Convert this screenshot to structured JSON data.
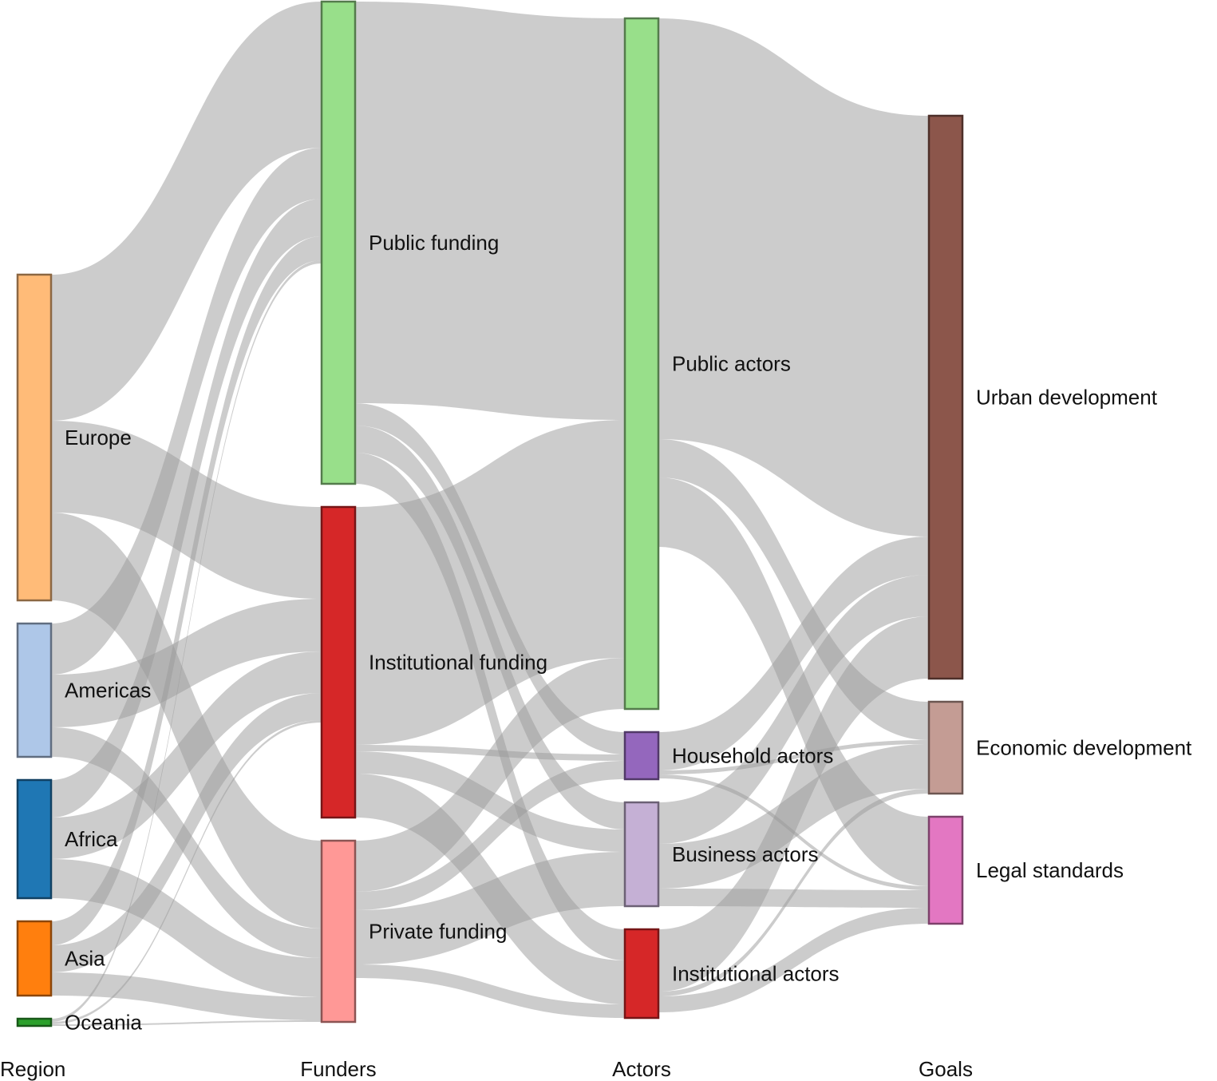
{
  "title": "Sankey diagram: Region → Funders → Actors → Goals",
  "columns": [
    {
      "id": "region",
      "label": "Region"
    },
    {
      "id": "funders",
      "label": "Funders"
    },
    {
      "id": "actors",
      "label": "Actors"
    },
    {
      "id": "goals",
      "label": "Goals"
    }
  ],
  "nodes": [
    {
      "id": "europe",
      "label": "Europe",
      "column": 0,
      "color": "#ffbb78"
    },
    {
      "id": "americas",
      "label": "Americas",
      "column": 0,
      "color": "#aec7e8"
    },
    {
      "id": "africa",
      "label": "Africa",
      "column": 0,
      "color": "#1f77b4"
    },
    {
      "id": "asia",
      "label": "Asia",
      "column": 0,
      "color": "#ff7f0e"
    },
    {
      "id": "oceania",
      "label": "Oceania",
      "column": 0,
      "color": "#2ca02c"
    },
    {
      "id": "public_funding",
      "label": "Public funding",
      "column": 1,
      "color": "#98df8a"
    },
    {
      "id": "institutional_funding",
      "label": "Institutional funding",
      "column": 1,
      "color": "#d62728"
    },
    {
      "id": "private_funding",
      "label": "Private funding",
      "column": 1,
      "color": "#ff9896"
    },
    {
      "id": "public_actors",
      "label": "Public actors",
      "column": 2,
      "color": "#98df8a"
    },
    {
      "id": "household_actors",
      "label": "Household actors",
      "column": 2,
      "color": "#9467bd"
    },
    {
      "id": "business_actors",
      "label": "Business actors",
      "column": 2,
      "color": "#c5b0d5"
    },
    {
      "id": "institutional_actors",
      "label": "Institutional actors",
      "column": 2,
      "color": "#d62728"
    },
    {
      "id": "urban_development",
      "label": "Urban development",
      "column": 3,
      "color": "#8c564b"
    },
    {
      "id": "economic_development",
      "label": "Economic development",
      "column": 3,
      "color": "#c49c94"
    },
    {
      "id": "legal_standards",
      "label": "Legal standards",
      "column": 3,
      "color": "#e377c2"
    }
  ],
  "links": [
    {
      "source": "europe",
      "target": "public_funding",
      "value": 183
    },
    {
      "source": "europe",
      "target": "institutional_funding",
      "value": 115
    },
    {
      "source": "europe",
      "target": "private_funding",
      "value": 110
    },
    {
      "source": "americas",
      "target": "public_funding",
      "value": 64
    },
    {
      "source": "americas",
      "target": "institutional_funding",
      "value": 66
    },
    {
      "source": "americas",
      "target": "private_funding",
      "value": 37
    },
    {
      "source": "africa",
      "target": "public_funding",
      "value": 47
    },
    {
      "source": "africa",
      "target": "institutional_funding",
      "value": 52
    },
    {
      "source": "africa",
      "target": "private_funding",
      "value": 49
    },
    {
      "source": "asia",
      "target": "public_funding",
      "value": 30
    },
    {
      "source": "asia",
      "target": "institutional_funding",
      "value": 34
    },
    {
      "source": "asia",
      "target": "private_funding",
      "value": 29
    },
    {
      "source": "oceania",
      "target": "public_funding",
      "value": 4
    },
    {
      "source": "oceania",
      "target": "institutional_funding",
      "value": 3
    },
    {
      "source": "oceania",
      "target": "private_funding",
      "value": 2
    },
    {
      "source": "public_funding",
      "target": "public_actors",
      "value": 503
    },
    {
      "source": "public_funding",
      "target": "household_actors",
      "value": 28
    },
    {
      "source": "public_funding",
      "target": "business_actors",
      "value": 34
    },
    {
      "source": "public_funding",
      "target": "institutional_actors",
      "value": 39
    },
    {
      "source": "institutional_funding",
      "target": "public_actors",
      "value": 298
    },
    {
      "source": "institutional_funding",
      "target": "household_actors",
      "value": 8
    },
    {
      "source": "institutional_funding",
      "target": "business_actors",
      "value": 28
    },
    {
      "source": "institutional_funding",
      "target": "institutional_actors",
      "value": 55
    },
    {
      "source": "private_funding",
      "target": "public_actors",
      "value": 64
    },
    {
      "source": "private_funding",
      "target": "household_actors",
      "value": 23
    },
    {
      "source": "private_funding",
      "target": "business_actors",
      "value": 68
    },
    {
      "source": "private_funding",
      "target": "institutional_actors",
      "value": 17
    },
    {
      "source": "public_actors",
      "target": "urban_development",
      "value": 527
    },
    {
      "source": "public_actors",
      "target": "economic_development",
      "value": 48
    },
    {
      "source": "public_actors",
      "target": "legal_standards",
      "value": 87
    },
    {
      "source": "household_actors",
      "target": "urban_development",
      "value": 48
    },
    {
      "source": "household_actors",
      "target": "economic_development",
      "value": 5
    },
    {
      "source": "household_actors",
      "target": "legal_standards",
      "value": 5
    },
    {
      "source": "business_actors",
      "target": "urban_development",
      "value": 52
    },
    {
      "source": "business_actors",
      "target": "economic_development",
      "value": 56
    },
    {
      "source": "business_actors",
      "target": "legal_standards",
      "value": 22
    },
    {
      "source": "institutional_actors",
      "target": "urban_development",
      "value": 78
    },
    {
      "source": "institutional_actors",
      "target": "economic_development",
      "value": 6
    },
    {
      "source": "institutional_actors",
      "target": "legal_standards",
      "value": 20
    }
  ]
}
